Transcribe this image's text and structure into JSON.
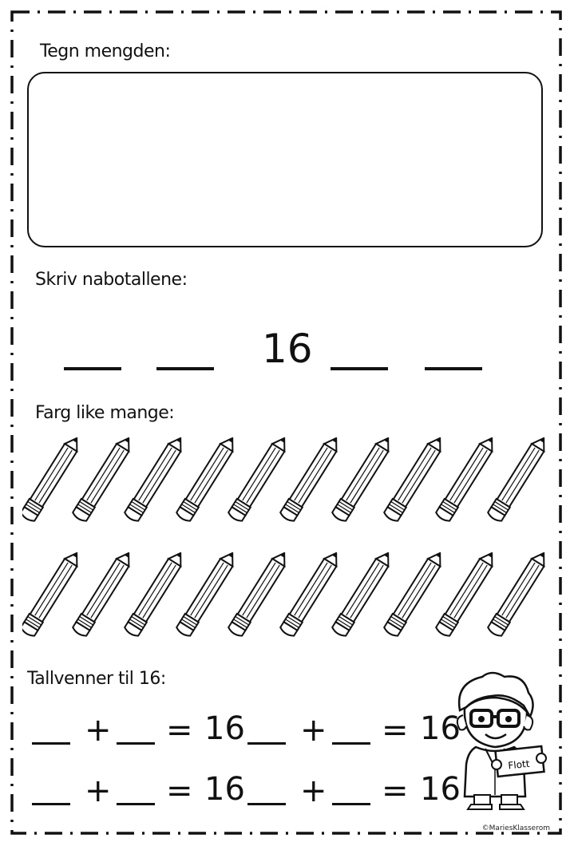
{
  "sections": {
    "draw": {
      "heading": "Tegn mengden:"
    },
    "neighbors": {
      "heading": "Skriv nabotallene:",
      "number": "16"
    },
    "color": {
      "heading": "Farg like mange:",
      "rows": 2,
      "pencils_per_row": 10
    },
    "friends": {
      "heading": "Tallvenner til 16:",
      "plus": "+",
      "equals": "=",
      "target": "16",
      "equations_count": 4
    }
  },
  "mascot": {
    "badge_text": "Flott",
    "icon": "boy-with-glasses-icon"
  },
  "footer": {
    "copyright": "©MariesKlasserom"
  }
}
